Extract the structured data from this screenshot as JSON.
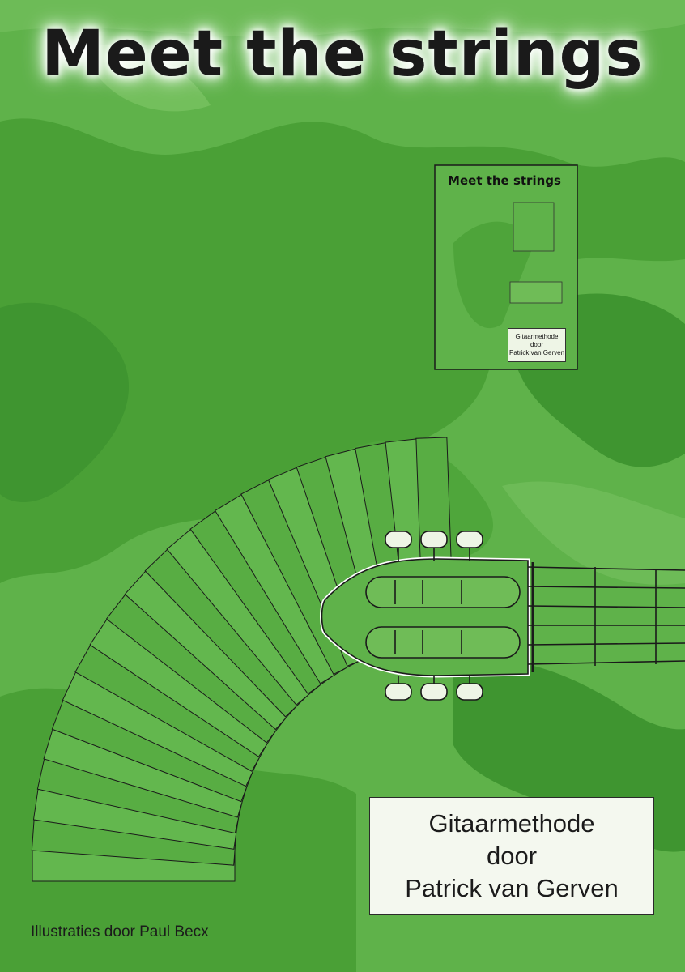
{
  "cover": {
    "title": "Meet the strings",
    "method_lines": [
      "Gitaarmethode",
      "door",
      "Patrick van Gerven"
    ],
    "illustrator_credit": "Illustraties door Paul Becx"
  },
  "mini_cover": {
    "title": "Meet the strings",
    "method_lines": [
      "Gitaarmethode",
      "door",
      "Patrick van Gerven"
    ]
  },
  "colors": {
    "background": "#5fb24a",
    "dark_camouflage": "#3f9530",
    "light_camouflage": "#7cc464",
    "text": "#1a1a1a",
    "box_fill": "#f4f8ef"
  }
}
